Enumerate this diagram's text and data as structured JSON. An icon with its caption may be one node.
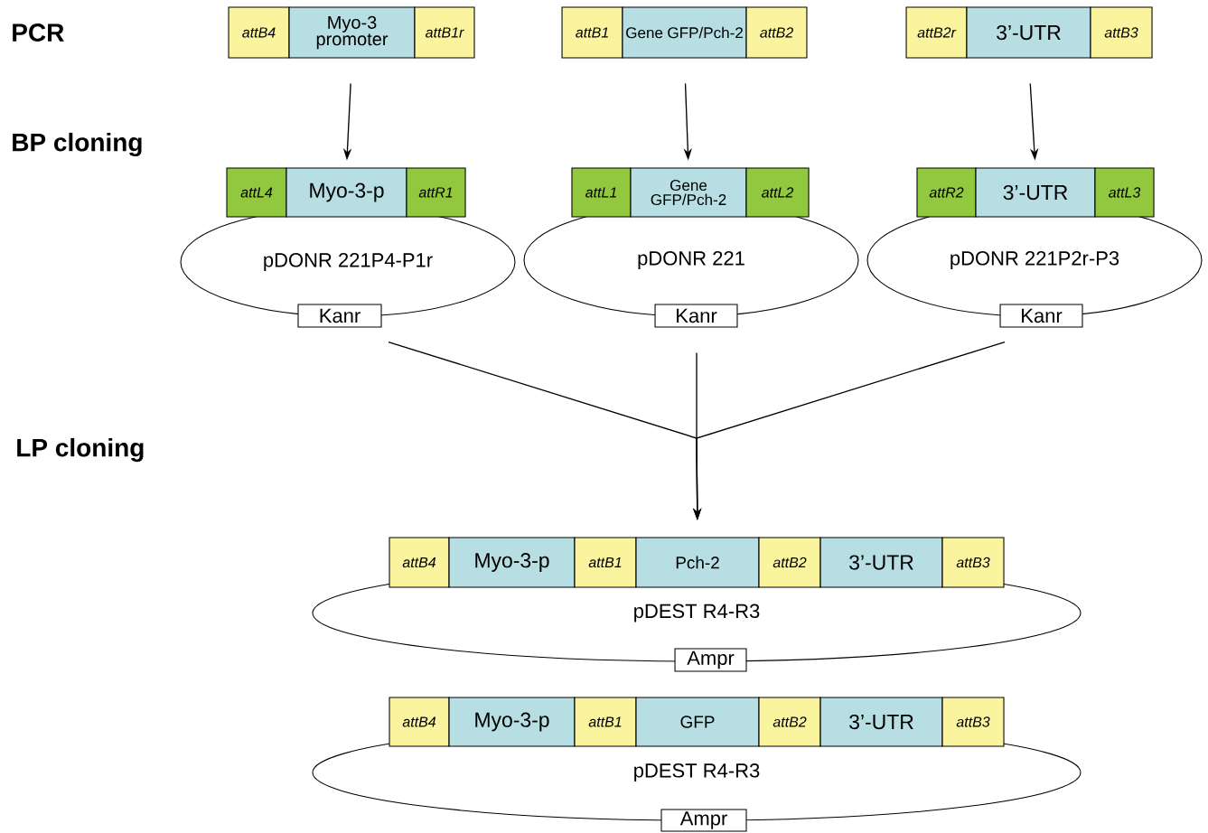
{
  "diagram": {
    "nodes": [
      {
        "text": [
          "attB4"
        ]
      },
      {
        "text": [
          "Myo-3 promoter"
        ]
      },
      {
        "text": [
          "attB1r"
        ]
      },
      {
        "text": [
          "attB1"
        ]
      },
      {
        "text": [
          "Gene GFP/Pch-2"
        ]
      },
      {
        "text": [
          "attB2"
        ]
      },
      {
        "text": [
          "attB2r"
        ]
      },
      {
        "text": [
          "3’-UTR"
        ]
      },
      {
        "text": [
          "attB3"
        ]
      },
      {
        "text": [
          "pDONR 221P4-P1r"
        ]
      },
      {
        "text": [
          "attL4"
        ]
      },
      {
        "text": [
          "Myo-3-p"
        ]
      },
      {
        "text": [
          "attR1"
        ]
      },
      {
        "text": [
          "Kanr"
        ]
      },
      {
        "text": [
          "pDONR 221"
        ]
      },
      {
        "text": [
          "attL1"
        ]
      },
      {
        "text": [
          "Gene GFP/Pch-2"
        ]
      },
      {
        "text": [
          "attL2"
        ]
      },
      {
        "text": [
          "Kanr"
        ]
      },
      {
        "text": [
          "pDONR 221P2r-P3"
        ]
      },
      {
        "text": [
          "attR2"
        ]
      },
      {
        "text": [
          "3’-UTR"
        ]
      },
      {
        "text": [
          "attL3"
        ]
      },
      {
        "text": [
          "Kanr"
        ]
      },
      {
        "text": [
          "pDEST R4-R3"
        ]
      },
      {
        "text": [
          "attB4"
        ]
      },
      {
        "text": [
          "Myo-3-p"
        ]
      },
      {
        "text": [
          "attB1"
        ]
      },
      {
        "text": [
          "Pch-2"
        ]
      },
      {
        "text": [
          "attB2"
        ]
      },
      {
        "text": [
          "3’-UTR"
        ]
      },
      {
        "text": [
          "attB3"
        ]
      },
      {
        "text": [
          "Ampr"
        ]
      },
      {
        "text": [
          "pDEST R4-R3"
        ]
      },
      {
        "text": [
          "attB4"
        ]
      },
      {
        "text": [
          "Myo-3-p"
        ]
      },
      {
        "text": [
          "attB1"
        ]
      },
      {
        "text": [
          "GFP"
        ]
      },
      {
        "text": [
          "attB2"
        ]
      },
      {
        "text": [
          "3’-UTR"
        ]
      },
      {
        "text": [
          "attB3"
        ]
      },
      {
        "text": [
          "Ampr"
        ]
      }
    ],
    "edges": [
      {
        "from": 1,
        "to": 11,
        "arrow": "to"
      },
      {
        "from": 4,
        "to": 16,
        "arrow": "to"
      },
      {
        "from": 7,
        "to": 21,
        "arrow": "to"
      },
      {
        "from": 13,
        "to": 28,
        "arrow": "to"
      },
      {
        "from": 18,
        "to": 28,
        "arrow": "to"
      },
      {
        "from": 23,
        "to": 28,
        "arrow": "to"
      }
    ],
    "labels": [
      "PCR",
      "BP cloning",
      "LP cloning"
    ]
  }
}
